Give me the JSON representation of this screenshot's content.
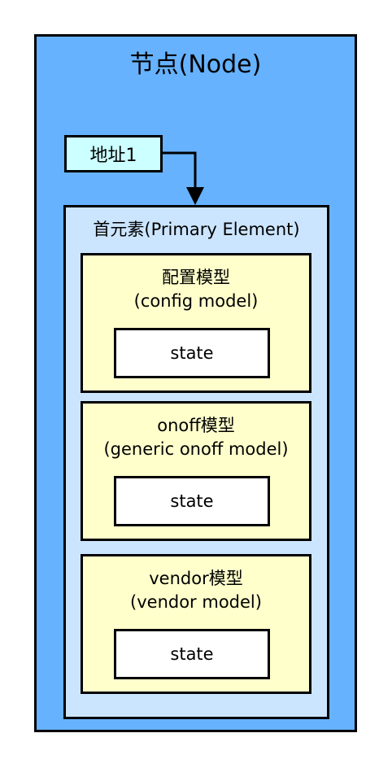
{
  "node": {
    "title": "节点(Node)"
  },
  "address": {
    "label": "地址1"
  },
  "primary_element": {
    "title": "首元素(Primary Element)",
    "models": [
      {
        "name_line1": "配置模型",
        "name_line2": "(config model)",
        "state_label": "state"
      },
      {
        "name_line1": "onoff模型",
        "name_line2": "(generic onoff model)",
        "state_label": "state"
      },
      {
        "name_line1": "vendor模型",
        "name_line2": "(vendor model)",
        "state_label": "state"
      }
    ]
  },
  "colors": {
    "node_fill": "#66b2ff",
    "address_fill": "#ccffff",
    "element_fill": "#cce5ff",
    "model_fill": "#ffffcc",
    "state_fill": "#ffffff",
    "stroke": "#000000"
  }
}
